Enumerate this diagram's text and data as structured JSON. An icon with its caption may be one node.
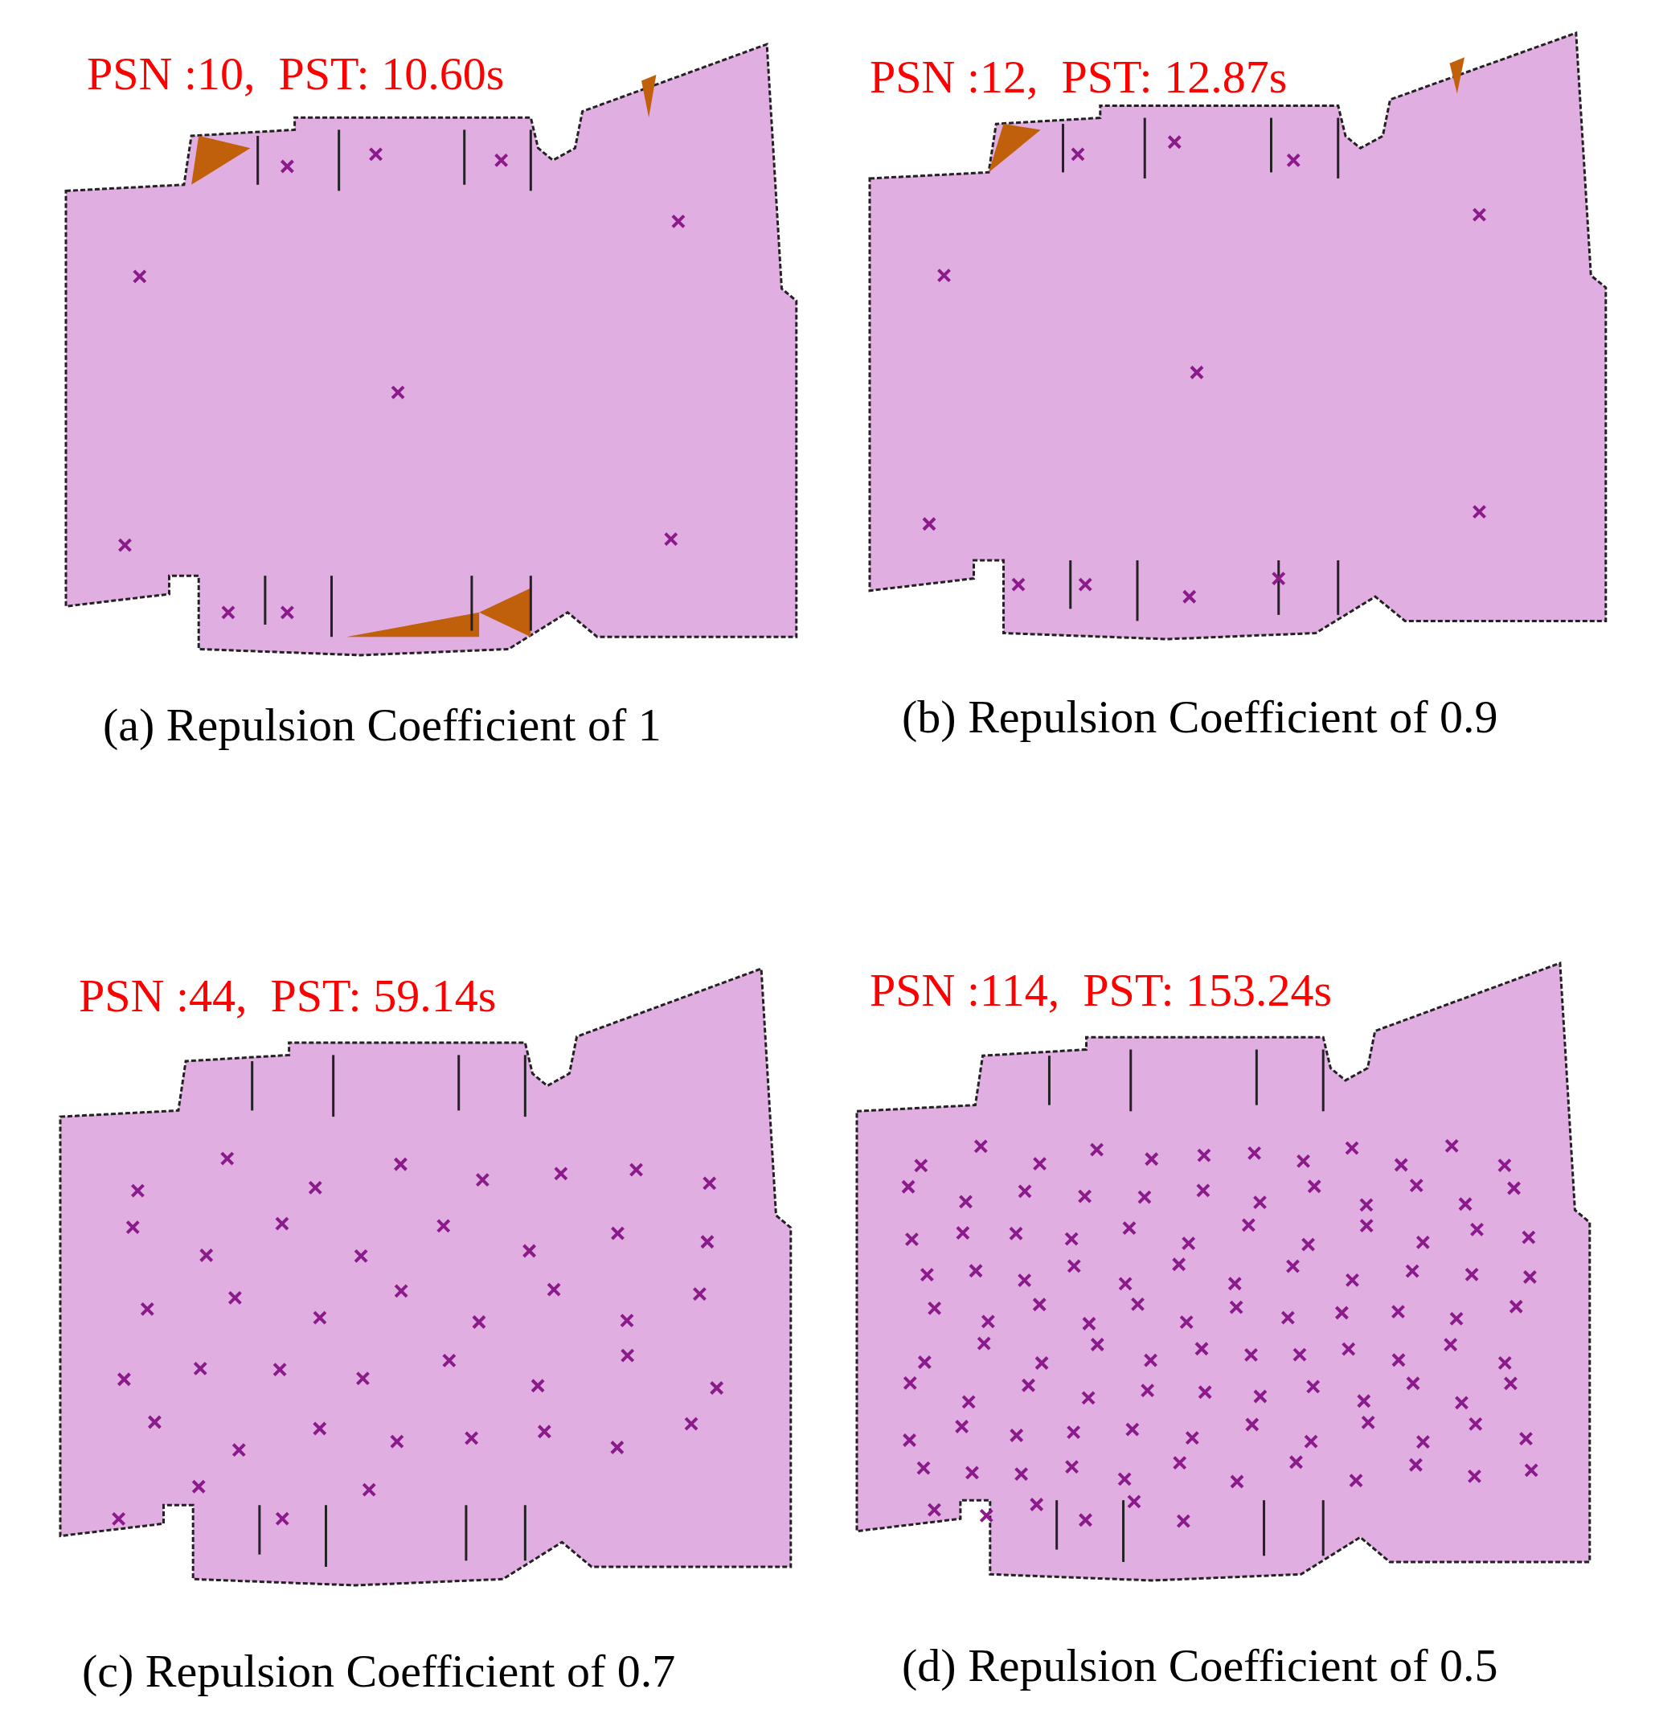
{
  "diagram": {
    "labels": [
      "PSN :10,  PST: 10.60s",
      "PSN :12,  PST: 12.87s",
      "(a) Repulsion Coefficient of 1",
      "(b) Repulsion Coefficient of 0.9",
      "PSN :44,  PST: 59.14s",
      "PSN :114,  PST: 153.24s",
      "(c) Repulsion Coefficient of 0.7",
      "(d) Repulsion Coefficient of 0.5"
    ]
  }
}
